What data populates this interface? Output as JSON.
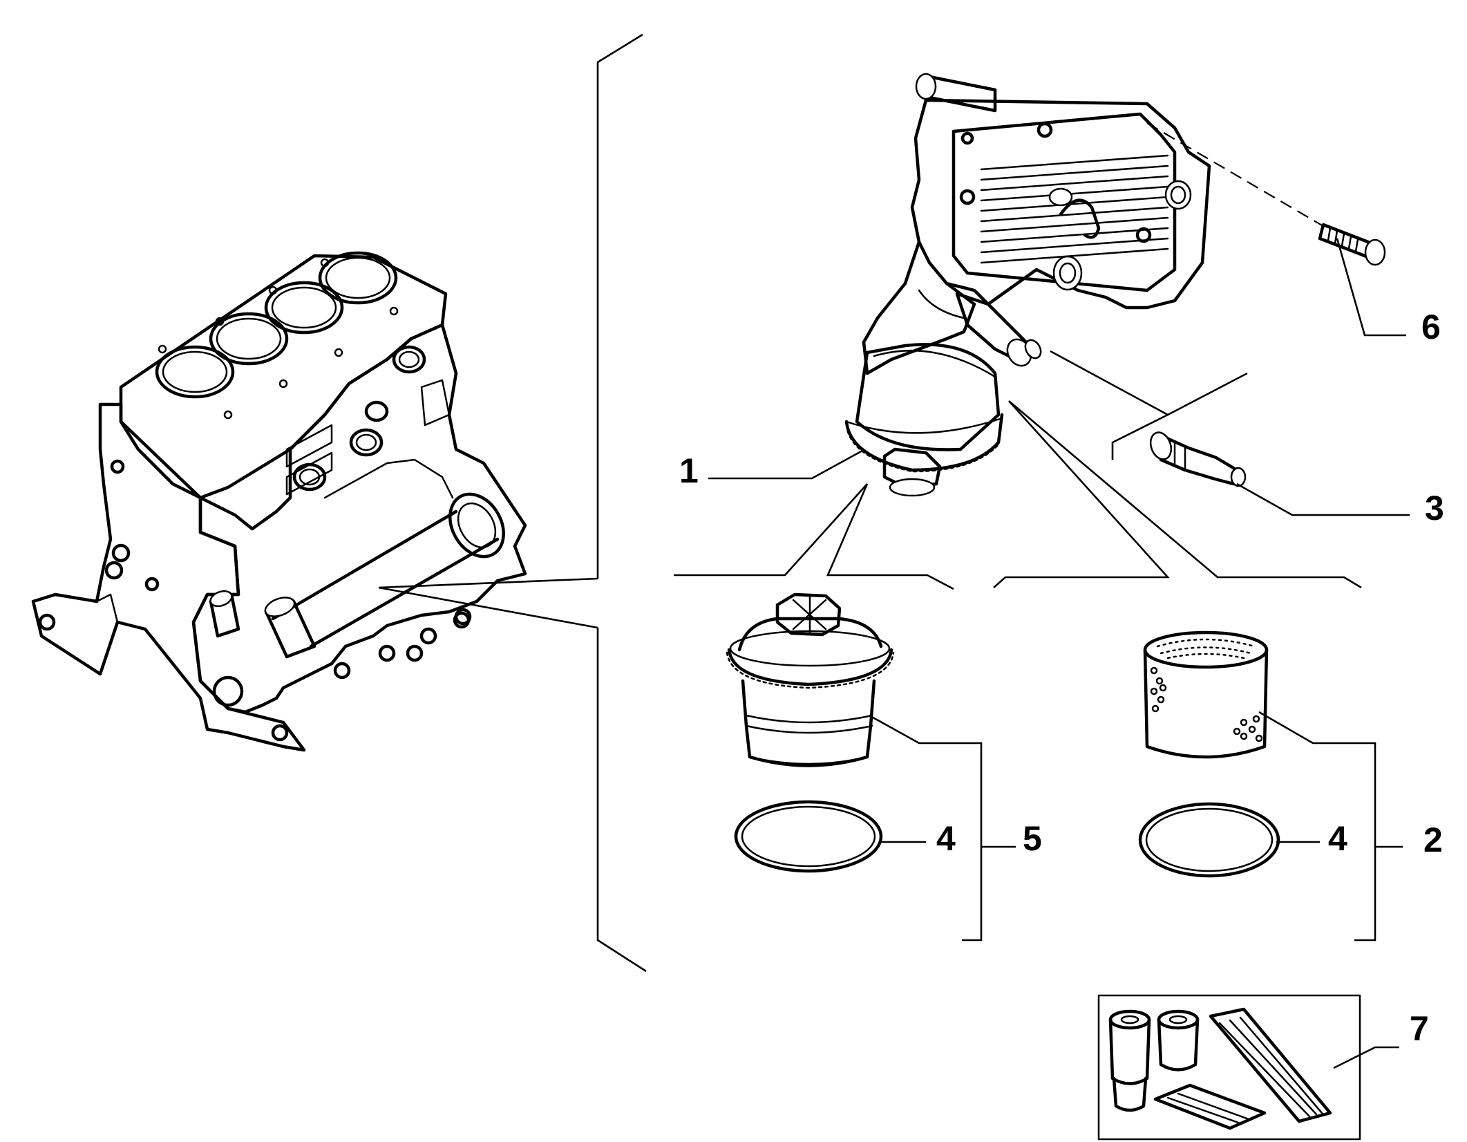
{
  "callouts": [
    {
      "id": "1",
      "text": "1"
    },
    {
      "id": "2",
      "text": "2"
    },
    {
      "id": "3",
      "text": "3"
    },
    {
      "id": "4a",
      "text": "4"
    },
    {
      "id": "4b",
      "text": "4"
    },
    {
      "id": "5",
      "text": "5"
    },
    {
      "id": "6",
      "text": "6"
    },
    {
      "id": "7",
      "text": "7"
    }
  ]
}
